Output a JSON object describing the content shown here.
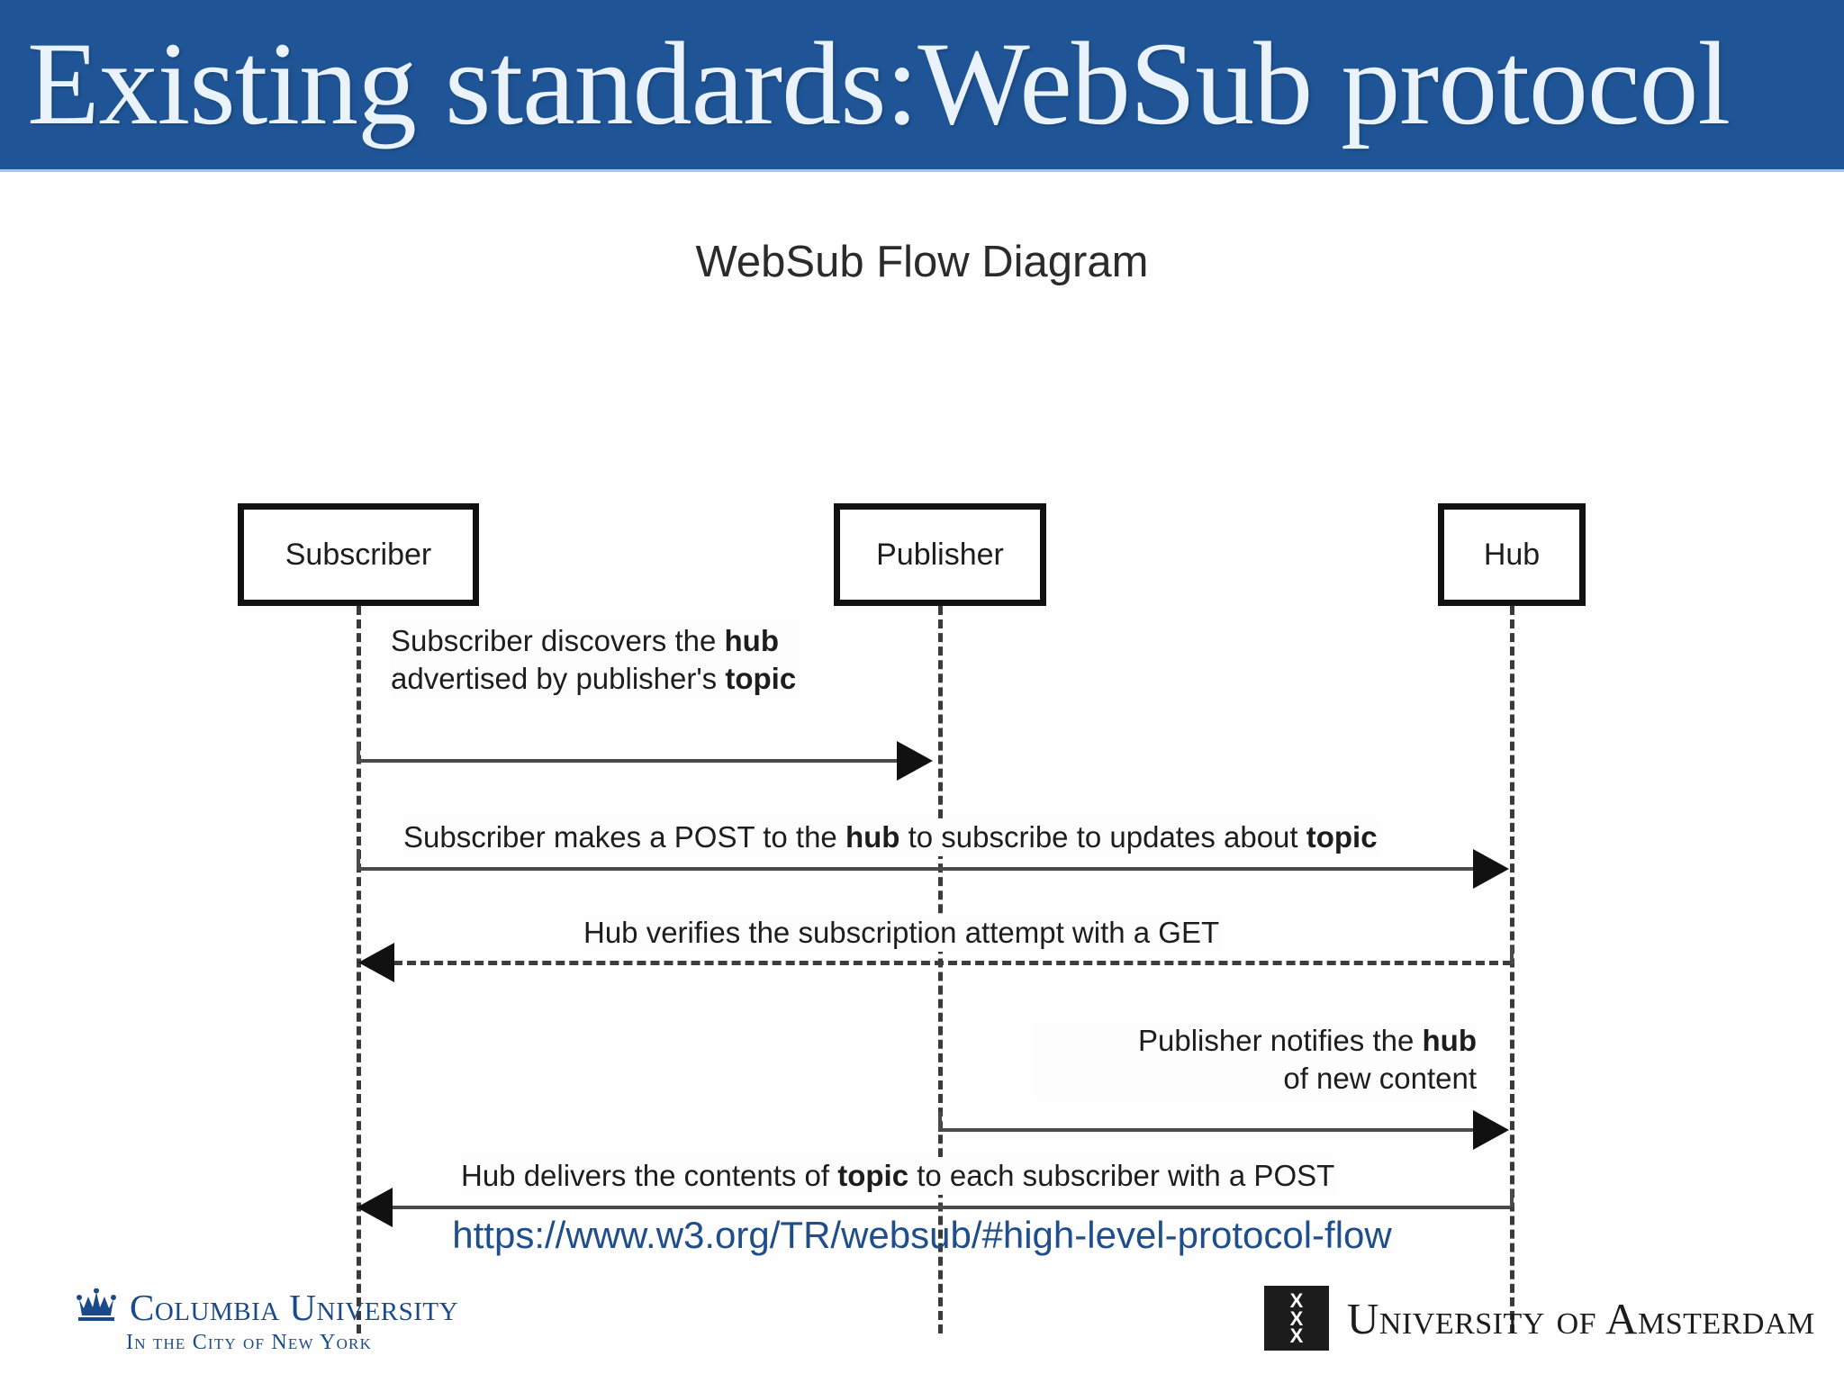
{
  "slide": {
    "title": "Existing standards:WebSub protocol",
    "banner_color": "#1f5597",
    "title_color": "#eaf3fb"
  },
  "diagram": {
    "title": "WebSub Flow Diagram",
    "actors": [
      {
        "id": "subscriber",
        "label": "Subscriber"
      },
      {
        "id": "publisher",
        "label": "Publisher"
      },
      {
        "id": "hub",
        "label": "Hub"
      }
    ],
    "messages": [
      {
        "id": "m1",
        "from": "subscriber",
        "to": "publisher",
        "style": "solid",
        "direction": "right",
        "label_lines": [
          [
            {
              "t": "Subscriber discovers the ",
              "b": false
            },
            {
              "t": "hub",
              "b": true
            }
          ],
          [
            {
              "t": "advertised by publisher's ",
              "b": false
            },
            {
              "t": "topic",
              "b": true
            }
          ]
        ],
        "label_plain": "Subscriber discovers the hub advertised by publisher's topic"
      },
      {
        "id": "m2",
        "from": "subscriber",
        "to": "hub",
        "style": "solid",
        "direction": "right",
        "label_lines": [
          [
            {
              "t": "Subscriber makes a POST to the ",
              "b": false
            },
            {
              "t": "hub",
              "b": true
            },
            {
              "t": " to subscribe to updates about ",
              "b": false
            },
            {
              "t": "topic",
              "b": true
            }
          ]
        ],
        "label_plain": "Subscriber makes a POST to the hub to subscribe to updates about topic"
      },
      {
        "id": "m3",
        "from": "hub",
        "to": "subscriber",
        "style": "dashed",
        "direction": "left",
        "label_lines": [
          [
            {
              "t": "Hub verifies the subscription attempt with a GET",
              "b": false
            }
          ]
        ],
        "label_plain": "Hub verifies the subscription attempt with a GET"
      },
      {
        "id": "m4",
        "from": "publisher",
        "to": "hub",
        "style": "solid",
        "direction": "right",
        "label_lines": [
          [
            {
              "t": "Publisher notifies the ",
              "b": false
            },
            {
              "t": "hub",
              "b": true
            }
          ],
          [
            {
              "t": "of new content",
              "b": false
            }
          ]
        ],
        "label_plain": "Publisher notifies the hub of new content"
      },
      {
        "id": "m5",
        "from": "hub",
        "to": "subscriber",
        "style": "solid",
        "direction": "left",
        "label_lines": [
          [
            {
              "t": "Hub delivers the contents of ",
              "b": false
            },
            {
              "t": "topic",
              "b": true
            },
            {
              "t": " to each subscriber with a POST",
              "b": false
            }
          ]
        ],
        "label_plain": "Hub delivers the contents of topic to each subscriber with a POST"
      }
    ]
  },
  "source": {
    "url": "https://www.w3.org/TR/websub/#high-level-protocol-flow",
    "color": "#1f4e8c"
  },
  "footer": {
    "columbia": {
      "name": "Columbia University",
      "subtitle": "In the City of New York",
      "icon": "crown-icon",
      "color": "#1a4a8a"
    },
    "amsterdam": {
      "name": "University of Amsterdam",
      "icon": "uva-coat-of-arms-icon",
      "mark_glyphs": [
        "X",
        "X",
        "X"
      ],
      "color": "#1c1c1c"
    }
  }
}
